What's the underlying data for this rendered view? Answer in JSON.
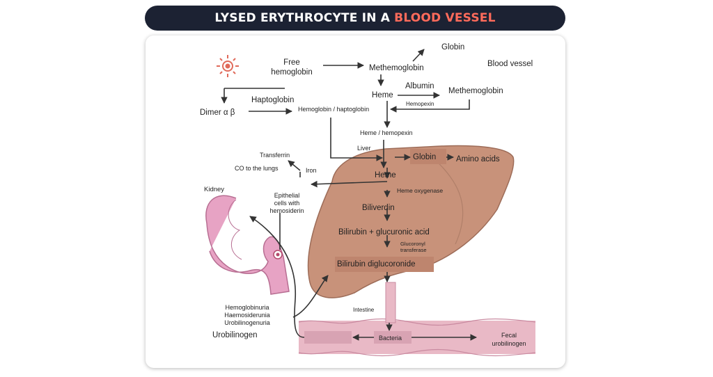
{
  "header": {
    "title_main": "LYSED ERYTHROCYTE IN A",
    "title_highlight": "BLOOD VESSEL"
  },
  "colors": {
    "title_bg": "#1c2233",
    "title_highlight": "#ff6b5b",
    "liver": "#c8927a",
    "kidney": "#e7a3c4",
    "intestine": "#e9b9c6",
    "arrow": "#333333"
  },
  "diagram": {
    "free_hemoglobin": [
      "Free",
      "hemoglobin"
    ],
    "globin_top": "Globin",
    "blood_vessel": "Blood vessel",
    "methemoglobin_1": "Methemoglobin",
    "heme_1": "Heme",
    "albumin": "Albumin",
    "methemoglobin_2": "Methemoglobin",
    "haptoglobin": "Haptoglobin",
    "dimer": "Dimer α β",
    "hemoglobin_haptoglobin": "Hemoglobin / haptoglobin",
    "hemopexin": "Hemopexin",
    "heme_hemopexin": "Heme / hemopexin",
    "liver": "Liver",
    "globin_liver": "Globin",
    "amino_acids": "Amino acids",
    "transferrin": "Transferrin",
    "co_lungs": "CO to the lungs",
    "iron": "Iron",
    "heme_liver": "Heme",
    "heme_oxygenase": "Heme oxygenase",
    "kidney": "Kidney",
    "epithelial": [
      "Epithelial",
      "cells with",
      "hemosiderin"
    ],
    "biliverdin": "Biliverdin",
    "bilirubin_glucuronic": "Bilirubin + glucuronic acid",
    "glucoronyl": [
      "Glucoronyl",
      "transferase"
    ],
    "bilirubin_diglucoronide": "Bilirubin diglucoronide",
    "urine_terms": [
      "Hemoglobinuria",
      "Haemosiderunia",
      "Urobilinogenuria"
    ],
    "intestine": "Intestine",
    "urobilinogen": "Urobilinogen",
    "bacteria": "Bacteria",
    "fecal_urobilinogen": [
      "Fecal",
      "urobilinogen"
    ]
  }
}
